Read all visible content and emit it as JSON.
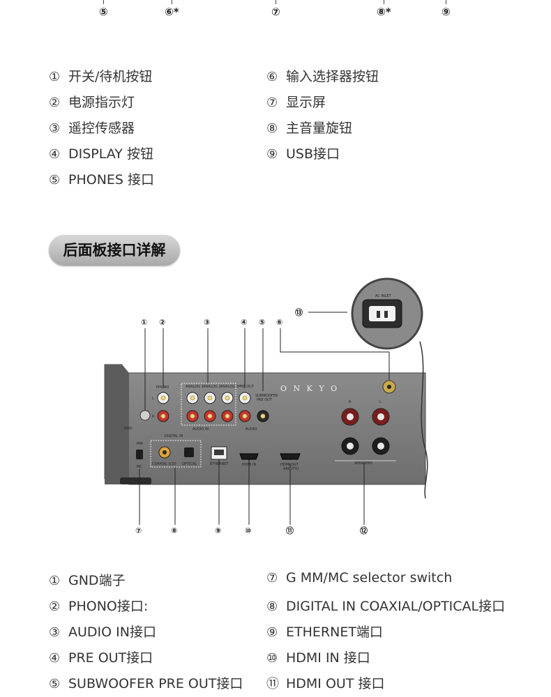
{
  "top_markers": [
    "⑤",
    "⑥*",
    "⑦",
    "⑧*",
    "⑨"
  ],
  "front_items": [
    {
      "num": "①",
      "text": "开关/待机按钮"
    },
    {
      "num": "②",
      "text": "电源指示灯"
    },
    {
      "num": "③",
      "text": "遥控传感器"
    },
    {
      "num": "④",
      "text": "DISPLAY 按钮"
    },
    {
      "num": "⑤",
      "text": "PHONES 接口"
    },
    {
      "num": "⑥",
      "text": "输入选择器按钮"
    },
    {
      "num": "⑦",
      "text": "显示屏"
    },
    {
      "num": "⑧",
      "text": "主音量旋钮"
    },
    {
      "num": "⑨",
      "text": "USB接口"
    }
  ],
  "section_title": "后面板接口详解",
  "diagram": {
    "callouts_top": [
      "①",
      "②",
      "③",
      "④",
      "⑤",
      "⑥"
    ],
    "callouts_bottom": [
      "⑦",
      "⑧",
      "⑨",
      "⑩",
      "⑪",
      "⑫"
    ],
    "callout_inlet": "⑬",
    "brand": "O N K Y O",
    "labels": {
      "ac_inlet": "AC INLET",
      "phono": "PHONO",
      "analog1": "ANALOG 1",
      "analog2": "ANALOG 2",
      "analog3": "ANALOG 3",
      "pre_out": "PRE OUT",
      "subwoofer": "SUBWOOFER",
      "subwoofer2": "PRE OUT",
      "audio_in": "AUDIO IN",
      "audio": "AUDIO",
      "digital_in": "DIGITAL IN",
      "coaxial": "COAXIAL (CD)",
      "optical": "OPTICAL",
      "ethernet": "ETHERNET",
      "hdmi_in": "HDMI IN",
      "hdmi_out": "HDMI OUT",
      "hdmi_arc": "ARC (TV)",
      "speakers": "SPEAKERS",
      "gnd": "GND",
      "mm": "MM",
      "mc": "MC",
      "L": "L",
      "R": "R"
    }
  },
  "rear_items": [
    {
      "num": "①",
      "text": "GND端子"
    },
    {
      "num": "②",
      "text": "PHONO接口:"
    },
    {
      "num": "③",
      "text": "AUDIO IN接口"
    },
    {
      "num": "④",
      "text": "PRE OUT接口"
    },
    {
      "num": "⑤",
      "text": "SUBWOOFER PRE OUT接口"
    },
    {
      "num": "⑦",
      "text": "G MM/MC selector switch"
    },
    {
      "num": "⑧",
      "text": "DIGITAL IN COAXIAL/OPTICAL接口"
    },
    {
      "num": "⑨",
      "text": "ETHERNET端口"
    },
    {
      "num": "⑩",
      "text": "HDMI IN 接口"
    },
    {
      "num": "⑪",
      "text": "HDMI OUT 接口"
    }
  ]
}
